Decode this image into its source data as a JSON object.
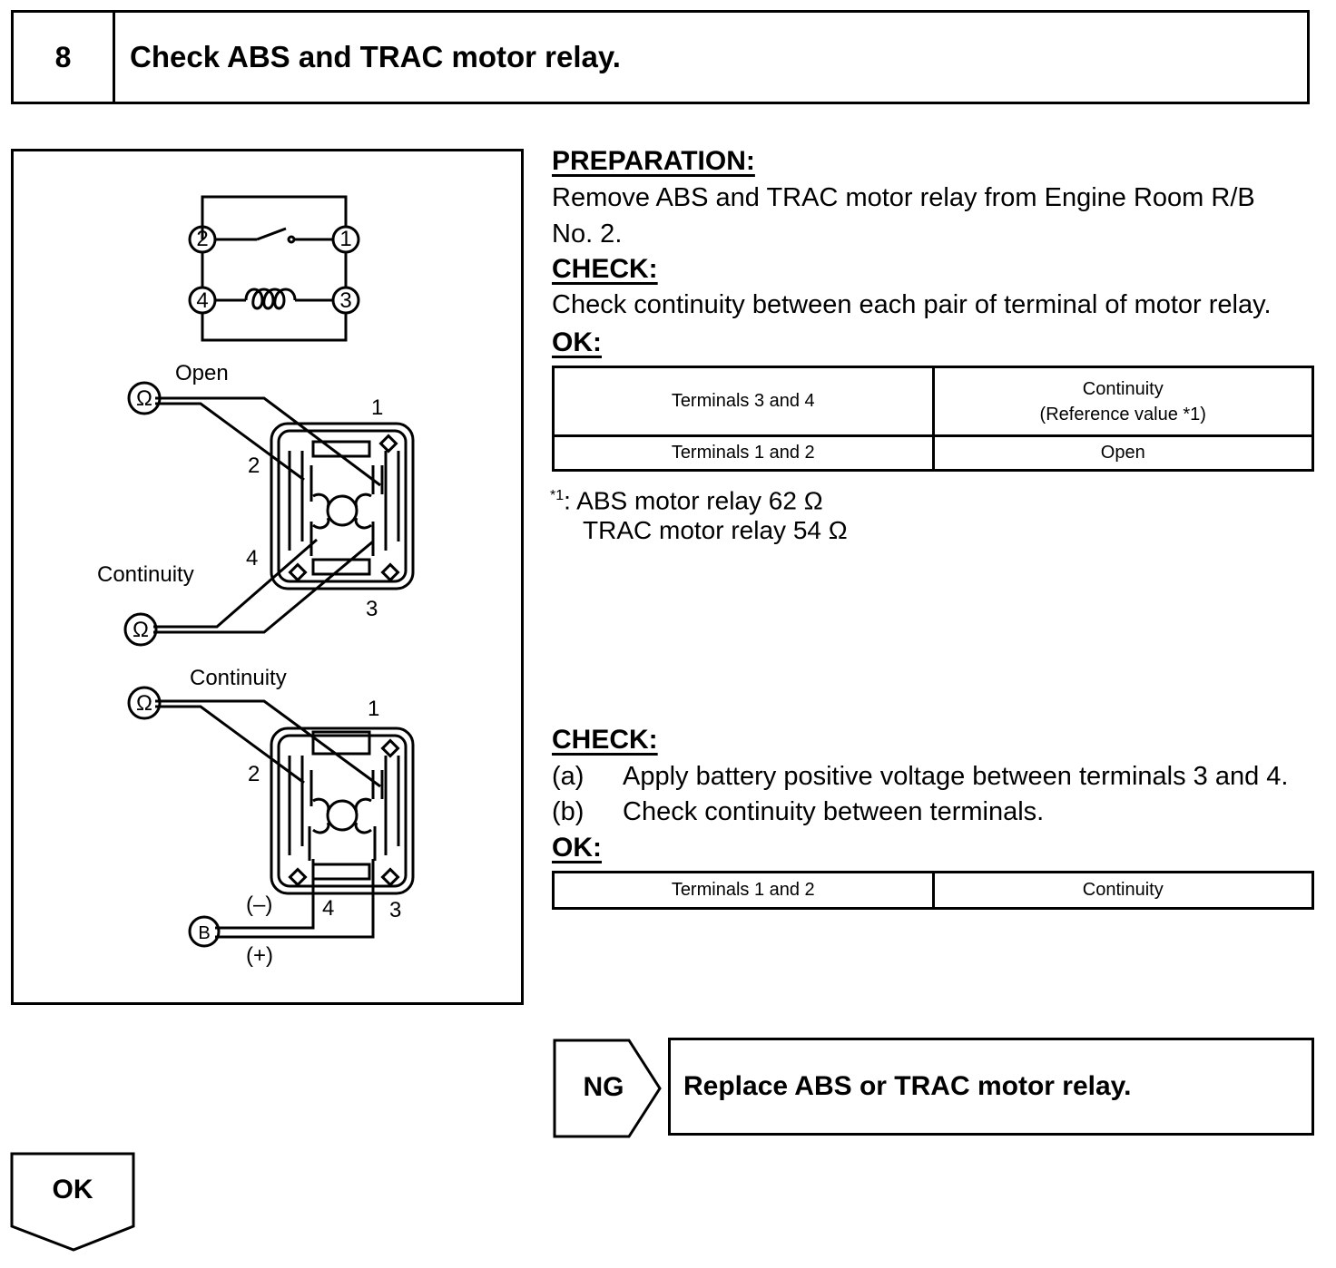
{
  "step": {
    "number": "8",
    "title": "Check ABS and TRAC motor relay."
  },
  "figure": {
    "terminals": [
      "1",
      "2",
      "3",
      "4"
    ],
    "ohm_symbol": "Ω",
    "top_diagram": {
      "label_open": "Open",
      "label_continuity": "Continuity"
    },
    "bottom_diagram": {
      "label_continuity": "Continuity",
      "battery_symbol": "B",
      "minus_label": "(–)",
      "plus_label": "(+)"
    },
    "icons": [
      "relay-schematic-icon",
      "ohmmeter-icon",
      "relay-connector-icon",
      "battery-icon"
    ]
  },
  "preparation": {
    "heading": "PREPARATION:",
    "text_line1": "Remove ABS and TRAC motor relay from Engine Room R/B",
    "text_line2": "No. 2."
  },
  "check1": {
    "heading": "CHECK:",
    "text": "Check continuity between each pair of terminal of motor relay.",
    "ok_heading": "OK:",
    "table": [
      {
        "terminals": "Terminals 3 and 4",
        "result_line1": "Continuity",
        "result_line2": "(Reference value *1)"
      },
      {
        "terminals": "Terminals 1 and 2",
        "result": "Open"
      }
    ],
    "footnote_mark": "*1",
    "footnote_line1": ": ABS motor relay   62 Ω",
    "footnote_line2": "TRAC motor relay 54 Ω"
  },
  "check2": {
    "heading": "CHECK:",
    "step_a_label": "(a)",
    "step_a_text": "Apply battery positive voltage between terminals 3 and 4.",
    "step_b_label": "(b)",
    "step_b_text": "Check continuity between terminals.",
    "ok_heading": "OK:",
    "table": [
      {
        "terminals": "Terminals 1 and 2",
        "result": "Continuity"
      }
    ]
  },
  "ng": {
    "label": "NG",
    "action": "Replace ABS or TRAC motor relay."
  },
  "ok_flow": {
    "label": "OK"
  }
}
